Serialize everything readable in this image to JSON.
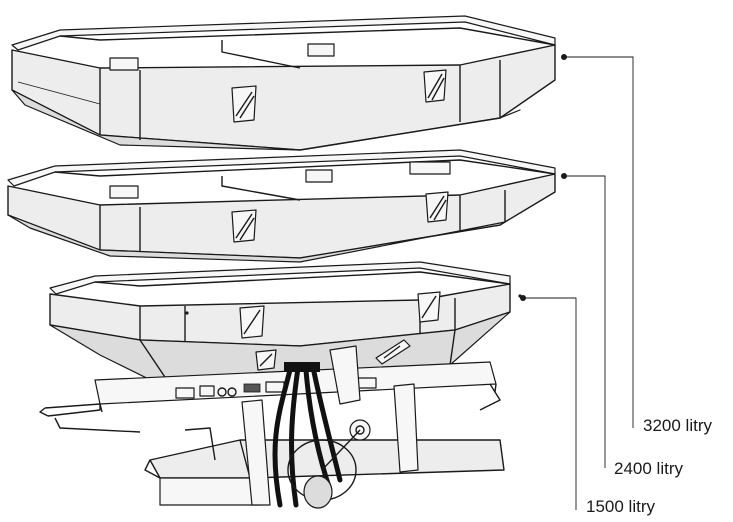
{
  "labels": {
    "top": "3200 litry",
    "middle": "2400 litry",
    "bottom": "1500 litry"
  },
  "colors": {
    "ink": "#1a1a1a",
    "hopper_fill": "#ededed",
    "hopper_shade": "#d9d9d9",
    "frame_fill": "#f4f4f4"
  }
}
